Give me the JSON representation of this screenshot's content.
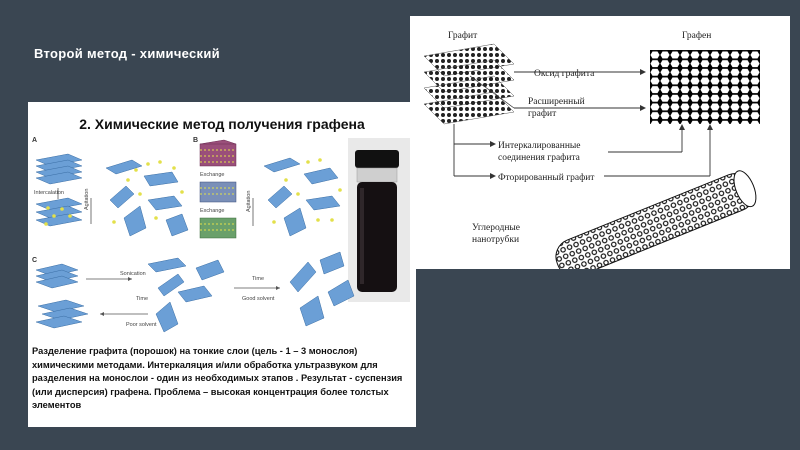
{
  "slide_title": "Второй метод - химический",
  "left": {
    "heading": "2. Химические метод получения графена",
    "caption": "Разделение графита (порошок) на тонкие слои (цель - 1 – 3 монослоя) химическими методами. Интеркаляция и/или обработка ультразвуком для разделения на монослои - один из необходимых этапов . Результат - суспензия (или дисперсия) графена. Проблема – высокая концентрация более толстых элементов",
    "panel_labels": [
      "A",
      "B",
      "C"
    ],
    "diagram_labels": {
      "intercalation": "Intercalation",
      "agitation": "Agitation",
      "exchange": "Exchange",
      "sonication": "Sonication",
      "time": "Time",
      "good_solvent": "Good solvent",
      "poor_solvent": "Poor solvent"
    }
  },
  "right": {
    "graphite": "Графит",
    "graphene": "Графен",
    "graphite_oxide": "Оксид графита",
    "expanded_line1": "Расширенный",
    "expanded_line2": "графит",
    "intercalated_line1": "Интеркалированные",
    "intercalated_line2": "соединения графита",
    "fluorinated": "Фторированный графит",
    "nanotubes_line1": "Углеродные",
    "nanotubes_line2": "нанотрубки"
  },
  "colors": {
    "background": "#3a4652",
    "sheet": "#6b9fd6",
    "particle": "#e3e04a",
    "stack_alt": "#9a4f7a"
  }
}
